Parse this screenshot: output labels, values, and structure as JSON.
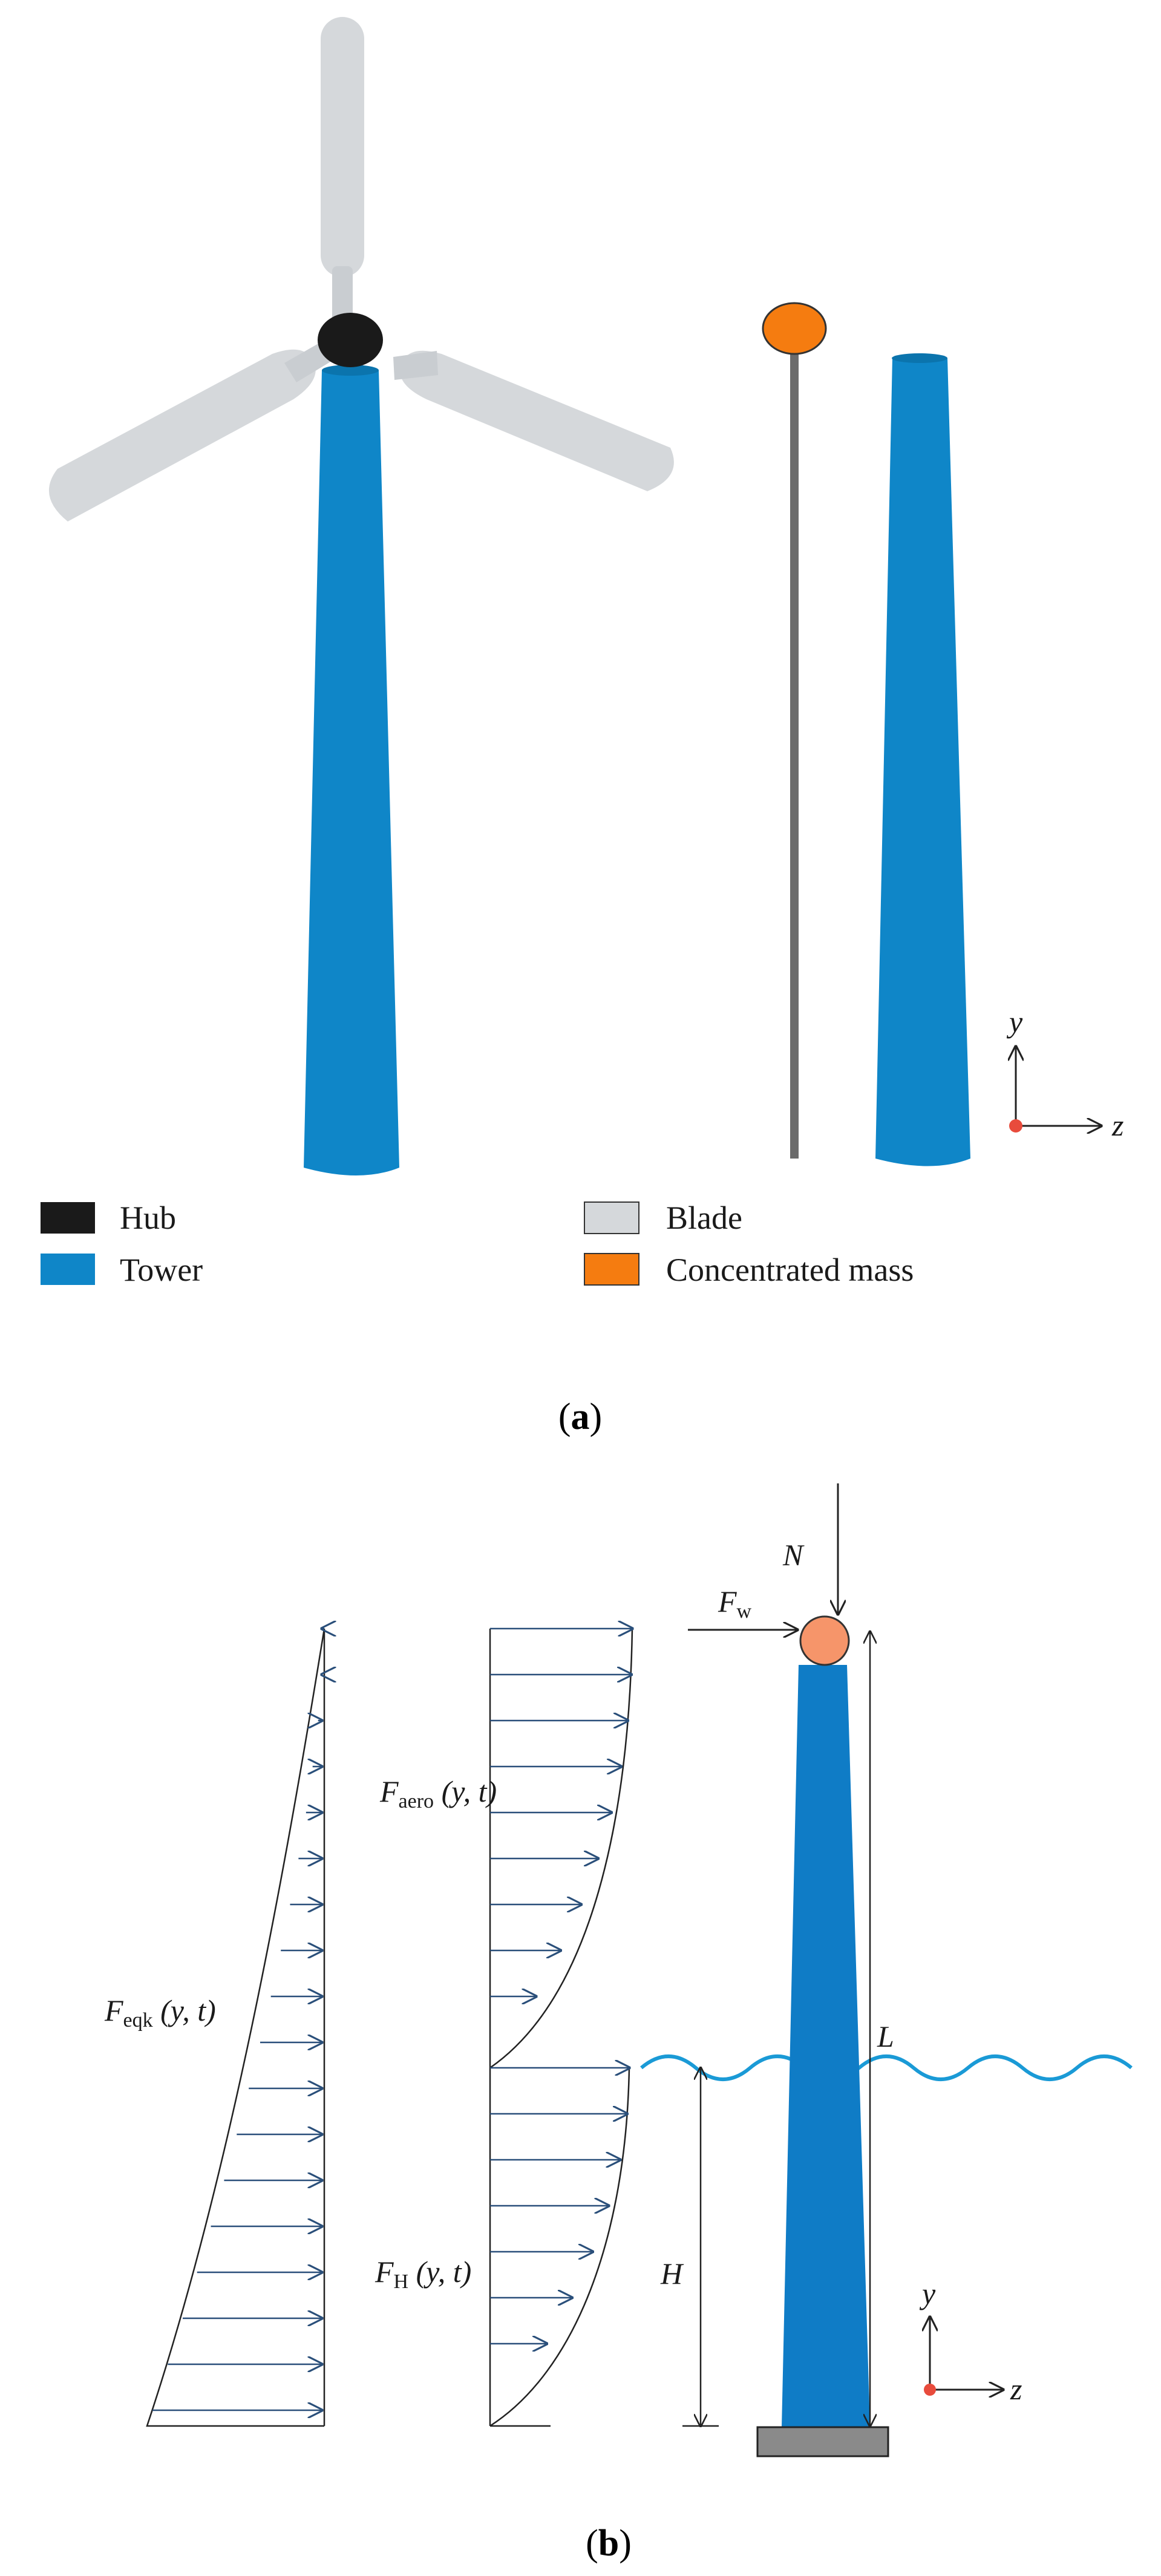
{
  "panel_a": {
    "caption_open": "(",
    "caption_letter": "a",
    "caption_close": ")",
    "legend": {
      "hub": "Hub",
      "tower": "Tower",
      "blade": "Blade",
      "concentrated_mass": "Concentrated mass"
    },
    "axis": {
      "y": "y",
      "z": "z"
    },
    "colors": {
      "hub": "#1a1a1a",
      "tower": "#0f86c8",
      "blade": "#d5d8db",
      "concentrated_mass": "#f57c10",
      "origin": "#e84b3c"
    }
  },
  "panel_b": {
    "caption_open": "(",
    "caption_letter": "b",
    "caption_close": ")",
    "labels": {
      "N": "N",
      "Fw_main": "F",
      "Fw_sub": "w",
      "Faero_main": "F",
      "Faero_sub": "aero",
      "Faero_args": " (y, t)",
      "Feqk_main": "F",
      "Feqk_sub": "eqk",
      "Feqk_args": " (y, t)",
      "FH_main": "F",
      "FH_sub": "H",
      "FH_args": " (y, t)",
      "L": "L",
      "H": "H"
    },
    "axis": {
      "y": "y",
      "z": "z"
    },
    "colors": {
      "tower": "#0f7cc6",
      "mass": "#f6956a",
      "base": "#8a8a8a",
      "water": "#1a9ad6",
      "arrows": "#2a4f7a"
    }
  }
}
